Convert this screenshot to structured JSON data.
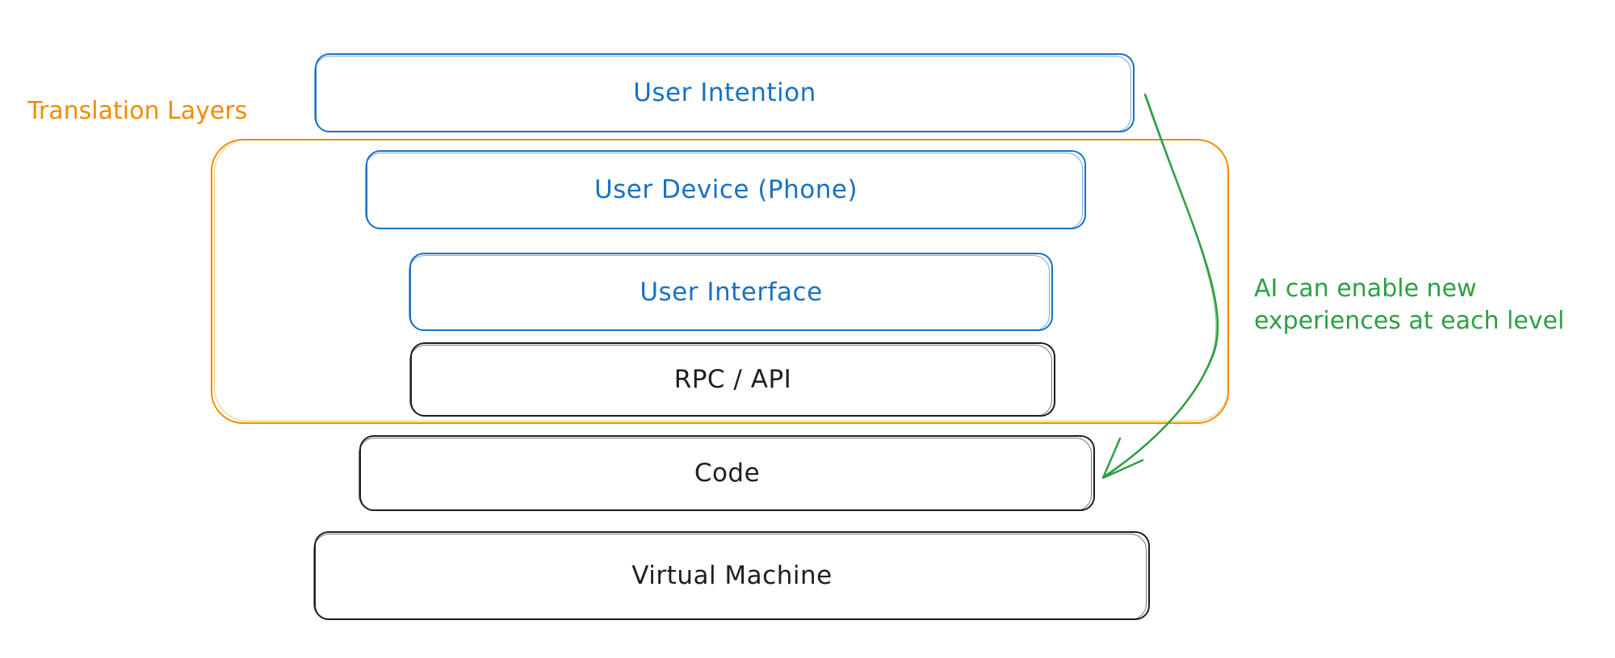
{
  "diagram": {
    "group_label": "Translation Layers",
    "layers": [
      {
        "label": "User Intention",
        "color": "#1971c2"
      },
      {
        "label": "User Device (Phone)",
        "color": "#1971c2"
      },
      {
        "label": "User Interface",
        "color": "#1971c2"
      },
      {
        "label": "RPC / API",
        "color": "#1e1e1e"
      },
      {
        "label": "Code",
        "color": "#1e1e1e"
      },
      {
        "label": "Virtual Machine",
        "color": "#1e1e1e"
      }
    ],
    "annotation": {
      "line1": "AI can enable new",
      "line2": "experiences at each level",
      "color": "#2f9e44"
    },
    "group_color": "#f08c00"
  }
}
